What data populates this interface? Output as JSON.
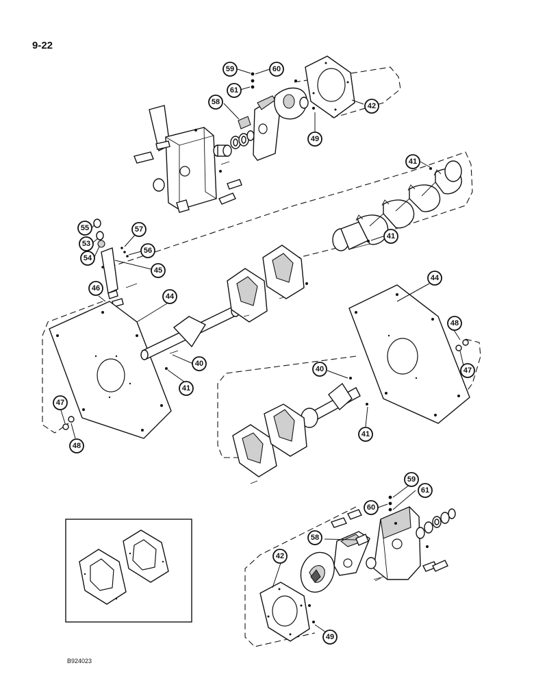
{
  "page_number": "9-22",
  "figure_code": "B924023",
  "callouts": [
    {
      "id": "c59a",
      "label": "59"
    },
    {
      "id": "c60a",
      "label": "60"
    },
    {
      "id": "c61a",
      "label": "61"
    },
    {
      "id": "c58a",
      "label": "58"
    },
    {
      "id": "c42a",
      "label": "42"
    },
    {
      "id": "c49a",
      "label": "49"
    },
    {
      "id": "c41a",
      "label": "41"
    },
    {
      "id": "c41b",
      "label": "41"
    },
    {
      "id": "c55",
      "label": "55"
    },
    {
      "id": "c53",
      "label": "53"
    },
    {
      "id": "c54",
      "label": "54"
    },
    {
      "id": "c57",
      "label": "57"
    },
    {
      "id": "c56",
      "label": "56"
    },
    {
      "id": "c45",
      "label": "45"
    },
    {
      "id": "c46",
      "label": "46"
    },
    {
      "id": "c44a",
      "label": "44"
    },
    {
      "id": "c44b",
      "label": "44"
    },
    {
      "id": "c48a",
      "label": "48"
    },
    {
      "id": "c47a",
      "label": "47"
    },
    {
      "id": "c40a",
      "label": "40"
    },
    {
      "id": "c41c",
      "label": "41"
    },
    {
      "id": "c40b",
      "label": "40"
    },
    {
      "id": "c41d",
      "label": "41"
    },
    {
      "id": "c47b",
      "label": "47"
    },
    {
      "id": "c48b",
      "label": "48"
    },
    {
      "id": "c59b",
      "label": "59"
    },
    {
      "id": "c61b",
      "label": "61"
    },
    {
      "id": "c60b",
      "label": "60"
    },
    {
      "id": "c58b",
      "label": "58"
    },
    {
      "id": "c42b",
      "label": "42"
    },
    {
      "id": "c49b",
      "label": "49"
    }
  ]
}
